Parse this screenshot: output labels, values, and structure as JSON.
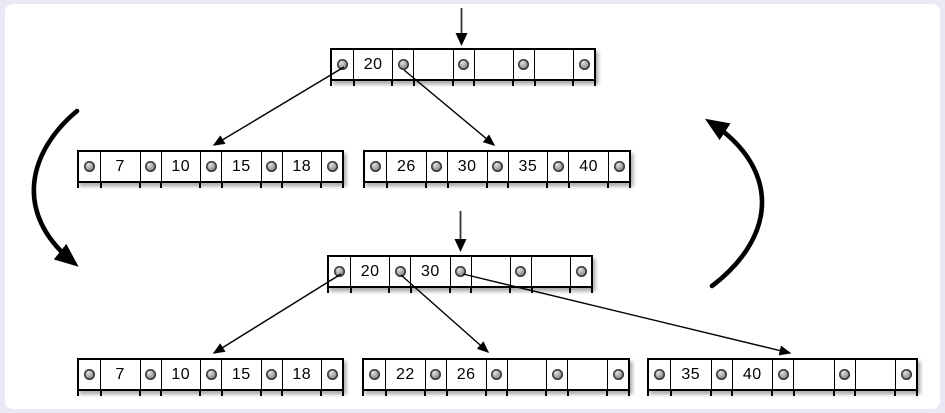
{
  "figure": {
    "description_colors": {
      "background": "#ffffff",
      "page_frame": "#eae9f5",
      "node_border": "#000000",
      "pointer_dot": "#8f8f8f",
      "arrow": "#000000"
    }
  },
  "nodes": [
    {
      "id": "before-root",
      "keys": [
        "20",
        "",
        "",
        ""
      ]
    },
    {
      "id": "before-child-left",
      "keys": [
        "7",
        "10",
        "15",
        "18"
      ]
    },
    {
      "id": "before-child-right",
      "keys": [
        "26",
        "30",
        "35",
        "40"
      ]
    },
    {
      "id": "after-root",
      "keys": [
        "20",
        "30",
        "",
        ""
      ]
    },
    {
      "id": "after-child-left",
      "keys": [
        "7",
        "10",
        "15",
        "18"
      ]
    },
    {
      "id": "after-child-middle",
      "keys": [
        "22",
        "26",
        "",
        ""
      ]
    },
    {
      "id": "after-child-right",
      "keys": [
        "35",
        "40",
        "",
        ""
      ]
    }
  ],
  "icons": {
    "pointer_dot": "pointer-dot-icon",
    "insert_arrow": "downward insertion cursor arrow",
    "cycle_left": "thick curved arrow (downward, counter-clockwise)",
    "cycle_right": "thick curved arrow (upward, counter-clockwise)"
  }
}
